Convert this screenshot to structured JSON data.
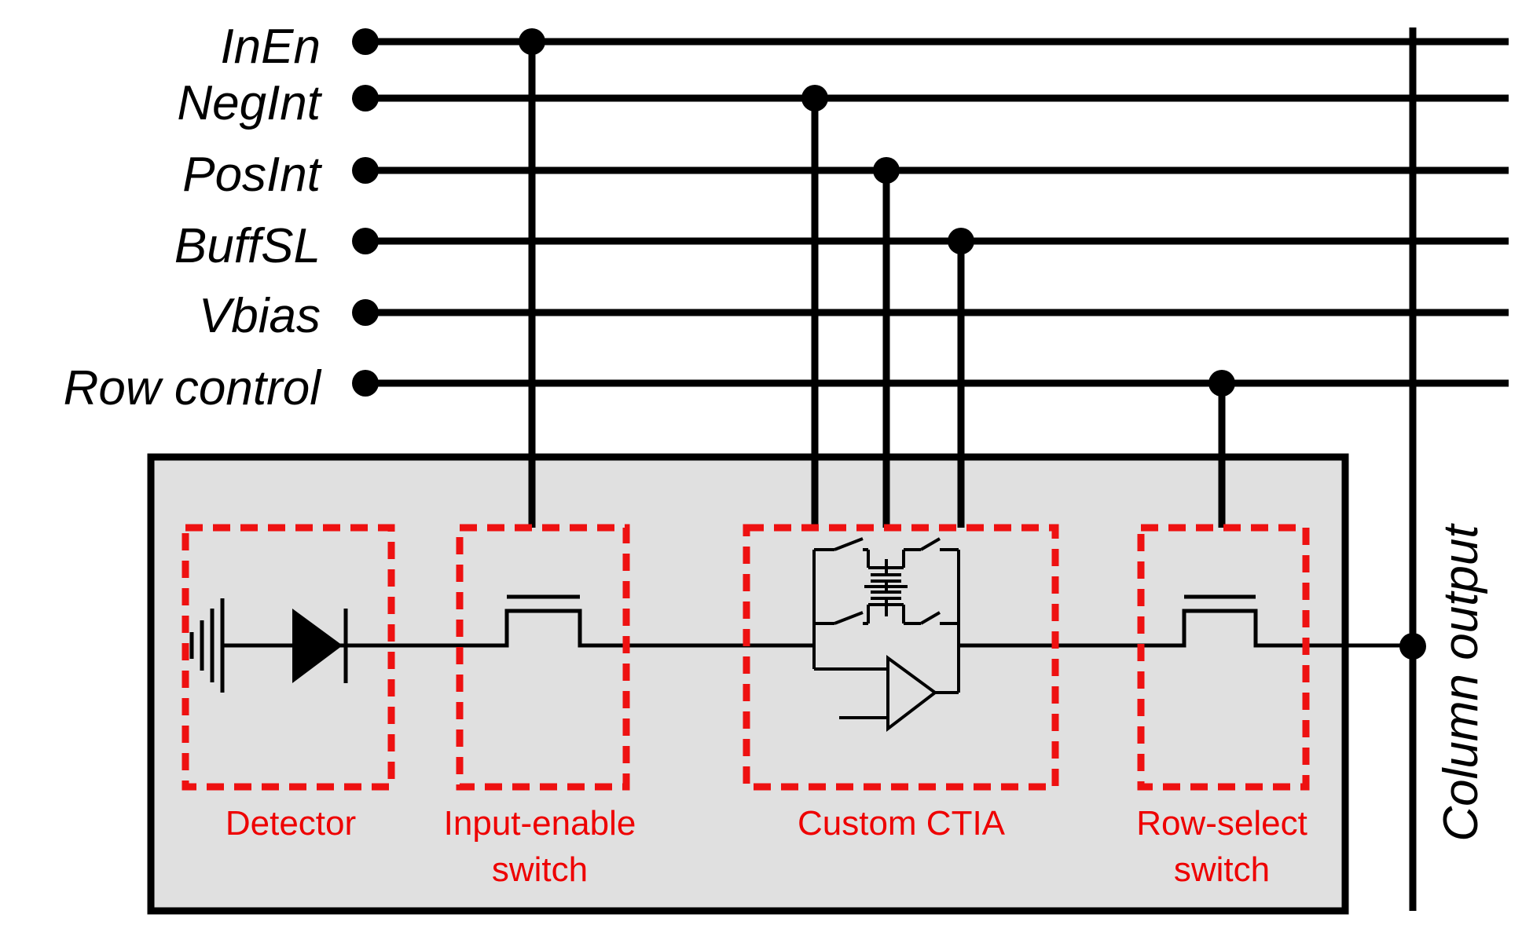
{
  "signals": {
    "inen": "InEn",
    "negint": "NegInt",
    "posint": "PosInt",
    "buffsl": "BuffSL",
    "vbias": "Vbias",
    "row_control": "Row control"
  },
  "blocks": {
    "detector": "Detector",
    "input_enable_line1": "Input-enable",
    "input_enable_line2": "switch",
    "ctia": "Custom CTIA",
    "row_select_line1": "Row-select",
    "row_select_line2": "switch"
  },
  "column_output": "Column output",
  "colors": {
    "block_outline": "#ee1111",
    "block_text": "#ee0000",
    "pixel_fill": "#e0e0e0",
    "wire": "#000000"
  }
}
